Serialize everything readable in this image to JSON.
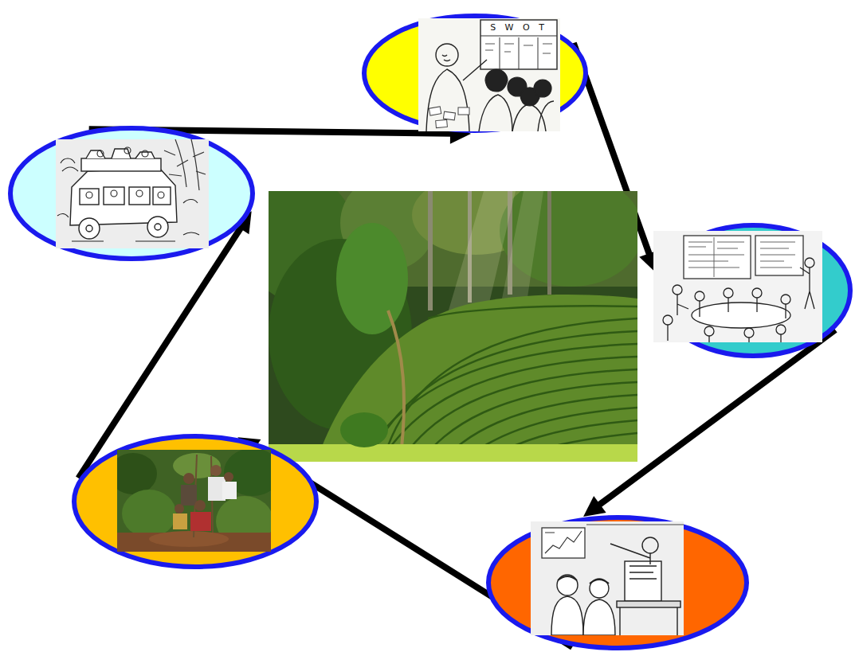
{
  "diagram": {
    "nodes": [
      {
        "text": [
          "S W O T"
        ]
      },
      {
        "text": []
      },
      {
        "text": []
      },
      {
        "text": []
      },
      {
        "text": []
      }
    ],
    "edges": [
      {
        "from": 0,
        "to": 1,
        "arrow": "to"
      },
      {
        "from": 1,
        "to": 2,
        "arrow": "to"
      },
      {
        "from": 2,
        "to": 3,
        "arrow": "to"
      },
      {
        "from": 3,
        "to": 4,
        "arrow": "to"
      },
      {
        "from": 4,
        "to": 0,
        "arrow": "to"
      }
    ]
  }
}
